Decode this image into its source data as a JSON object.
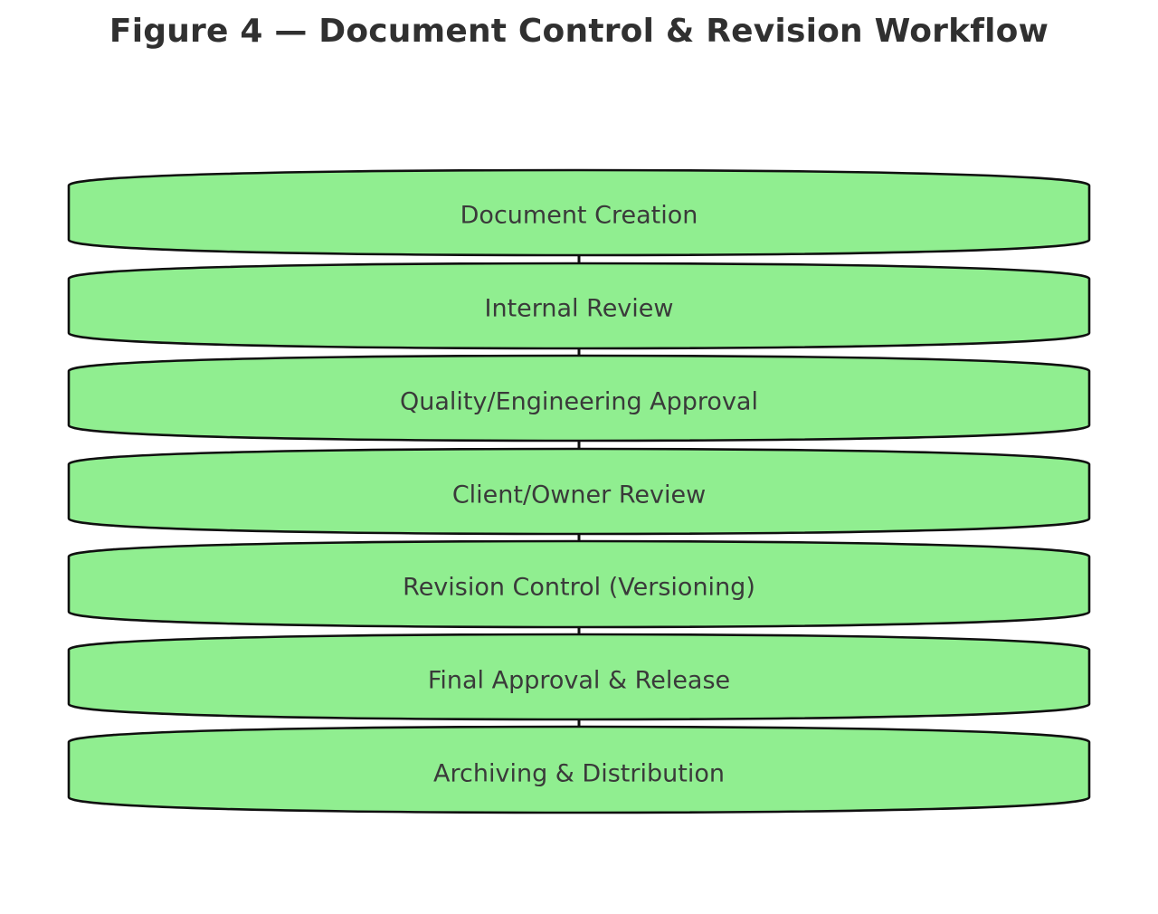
{
  "figure": {
    "title": "Figure 4 — Document Control & Revision Workflow",
    "background_color": "#ffffff",
    "title_color": "#303030"
  },
  "diagram": {
    "type": "vertical-flowchart",
    "orientation": "top-to-bottom",
    "node_shape": "cylinder",
    "node_fill_color": "#90ee90",
    "node_stroke_color": "#101010",
    "node_text_color": "#3a3a3a",
    "edge_color": "#101010",
    "edge_style": "plain-line",
    "nodes": [
      {
        "id": "n1",
        "label": "Document Creation"
      },
      {
        "id": "n2",
        "label": "Internal Review"
      },
      {
        "id": "n3",
        "label": "Quality/Engineering Approval"
      },
      {
        "id": "n4",
        "label": "Client/Owner Review"
      },
      {
        "id": "n5",
        "label": "Revision Control (Versioning)"
      },
      {
        "id": "n6",
        "label": "Final Approval & Release"
      },
      {
        "id": "n7",
        "label": "Archiving & Distribution"
      }
    ],
    "edges": [
      {
        "from": "n1",
        "to": "n2"
      },
      {
        "from": "n2",
        "to": "n3"
      },
      {
        "from": "n3",
        "to": "n4"
      },
      {
        "from": "n4",
        "to": "n5"
      },
      {
        "from": "n5",
        "to": "n6"
      },
      {
        "from": "n6",
        "to": "n7"
      }
    ]
  }
}
